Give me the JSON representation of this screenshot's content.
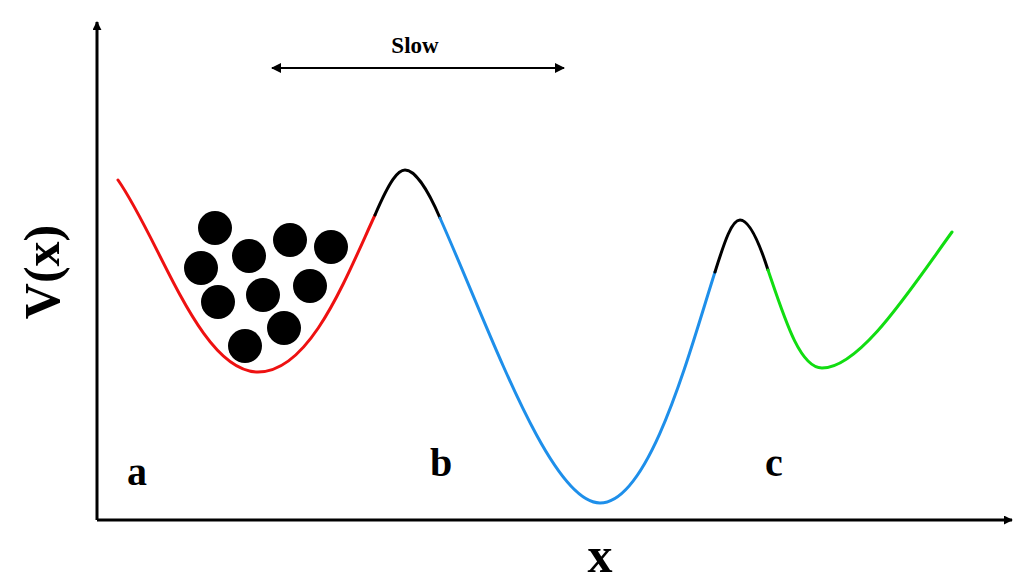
{
  "diagram": {
    "nodes": [
      {
        "text": [
          "b"
        ]
      },
      {
        "text": [
          "c"
        ]
      }
    ],
    "labels": [
      "Slow",
      "V(x)",
      "x",
      "a"
    ]
  }
}
